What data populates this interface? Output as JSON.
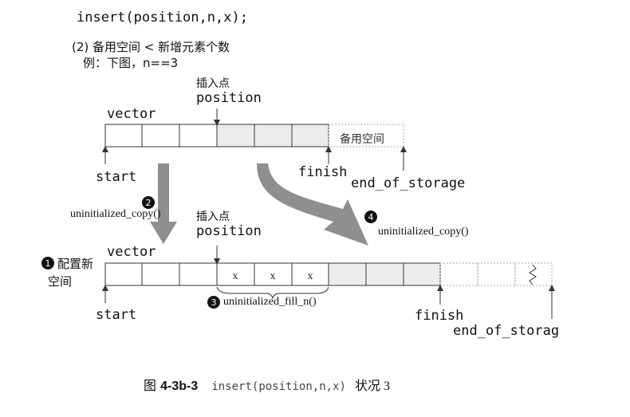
{
  "header": {
    "code_line": "insert(position,n,x);",
    "case_label": "(2) 备用空间 < 新增元素个数",
    "example_label": "例：下图，n==3"
  },
  "top_vector": {
    "name_label": "vector",
    "insert_point_label": "插入点",
    "position_label": "position",
    "spare_space_label": "备用空间",
    "start_label": "start",
    "finish_label": "finish",
    "end_label": "end_of_storage"
  },
  "steps": {
    "step1_number": "1",
    "step1_label_line1": "配置新",
    "step1_label_line2": "空间",
    "step2_number": "2",
    "step2_label": "uninitialized_copy()",
    "step3_number": "3",
    "step3_label": "uninitialized_fill_n()",
    "step4_number": "4",
    "step4_label": "uninitialized_copy()"
  },
  "bottom_vector": {
    "name_label": "vector",
    "insert_point_label": "插入点",
    "position_label": "position",
    "cell_values": [
      "x",
      "x",
      "x"
    ],
    "start_label": "start",
    "finish_label": "finish",
    "end_label": "end_of_storag"
  },
  "caption": {
    "prefix": "图",
    "figure_number": "4-3b-3",
    "code": "insert(position,n,x)",
    "suffix": "状况 3"
  },
  "colors": {
    "arrow_gray": "#8f8f8f",
    "shaded_cell": "#ececec",
    "line": "#333333"
  }
}
